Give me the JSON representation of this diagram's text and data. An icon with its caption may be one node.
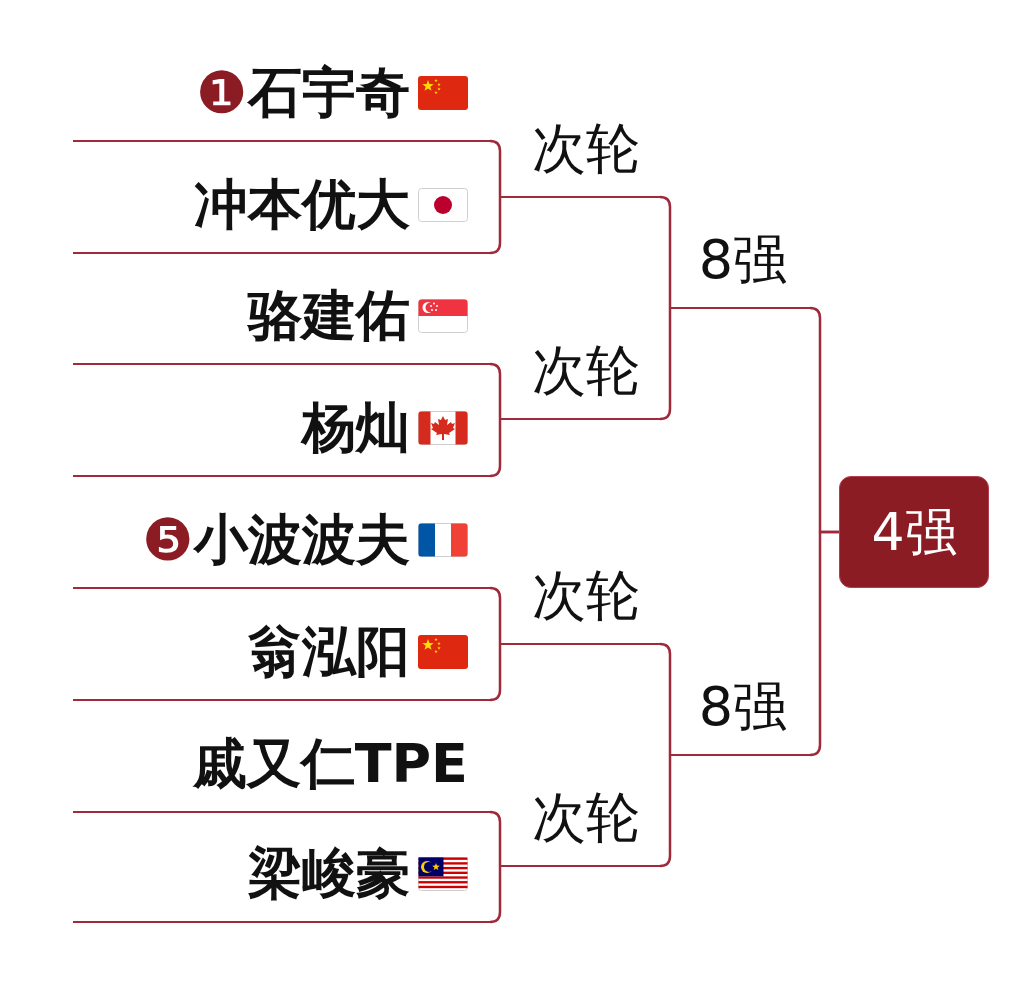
{
  "diagram": {
    "nodes": [
      {
        "text": [
          "❶",
          "石宇奇"
        ]
      },
      {
        "text": [
          "冲本优大"
        ]
      },
      {
        "text": [
          "骆建佑"
        ]
      },
      {
        "text": [
          "杨灿"
        ]
      },
      {
        "text": [
          "❺",
          "小波波夫"
        ]
      },
      {
        "text": [
          "翁泓阳"
        ]
      },
      {
        "text": [
          "戚又仁TPE"
        ]
      },
      {
        "text": [
          "梁峻豪"
        ]
      },
      {
        "text": [
          "次轮"
        ]
      },
      {
        "text": [
          "次轮"
        ]
      },
      {
        "text": [
          "次轮"
        ]
      },
      {
        "text": [
          "次轮"
        ]
      },
      {
        "text": [
          "8强"
        ]
      },
      {
        "text": [
          "8强"
        ]
      },
      {
        "text": [
          "4强"
        ]
      }
    ],
    "edges": [
      {
        "from": 0,
        "to": 8,
        "arrow": "none"
      },
      {
        "from": 1,
        "to": 8,
        "arrow": "none"
      },
      {
        "from": 2,
        "to": 9,
        "arrow": "none"
      },
      {
        "from": 3,
        "to": 9,
        "arrow": "none"
      },
      {
        "from": 4,
        "to": 10,
        "arrow": "none"
      },
      {
        "from": 5,
        "to": 10,
        "arrow": "none"
      },
      {
        "from": 6,
        "to": 11,
        "arrow": "none"
      },
      {
        "from": 7,
        "to": 11,
        "arrow": "none"
      },
      {
        "from": 8,
        "to": 12,
        "arrow": "none"
      },
      {
        "from": 9,
        "to": 12,
        "arrow": "none"
      },
      {
        "from": 10,
        "to": 13,
        "arrow": "none"
      },
      {
        "from": 11,
        "to": 13,
        "arrow": "none"
      },
      {
        "from": 12,
        "to": 14,
        "arrow": "none"
      },
      {
        "from": 13,
        "to": 14,
        "arrow": "none"
      }
    ]
  }
}
